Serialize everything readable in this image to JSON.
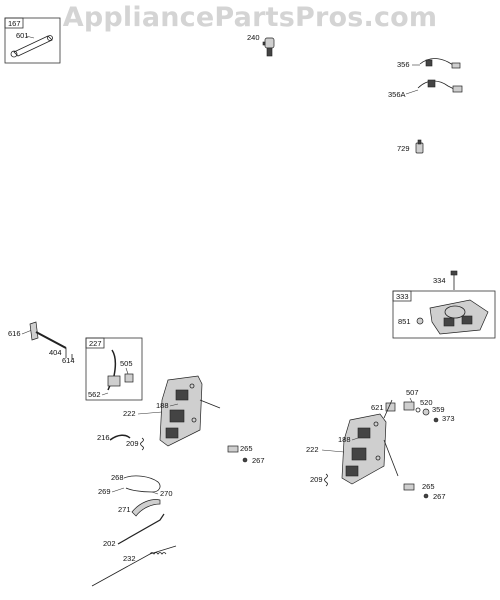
{
  "watermark": "AppliancePartsPros.com",
  "parts": {
    "p167": "167",
    "p601": "601",
    "p240": "240",
    "p356": "356",
    "p356A": "356A",
    "p729": "729",
    "p334": "334",
    "p333": "333",
    "p851": "851",
    "p616": "616",
    "p404": "404",
    "p614": "614",
    "p227": "227",
    "p505": "505",
    "p562": "562",
    "p188a": "188",
    "p222a": "222",
    "p216": "216",
    "p209a": "209",
    "p265a": "265",
    "p267a": "267",
    "p268": "268",
    "p269": "269",
    "p270": "270",
    "p271": "271",
    "p202": "202",
    "p232": "232",
    "p507": "507",
    "p621": "621",
    "p520": "520",
    "p359": "359",
    "p373": "373",
    "p188b": "188",
    "p222b": "222",
    "p209b": "209",
    "p265b": "265",
    "p267b": "267"
  }
}
